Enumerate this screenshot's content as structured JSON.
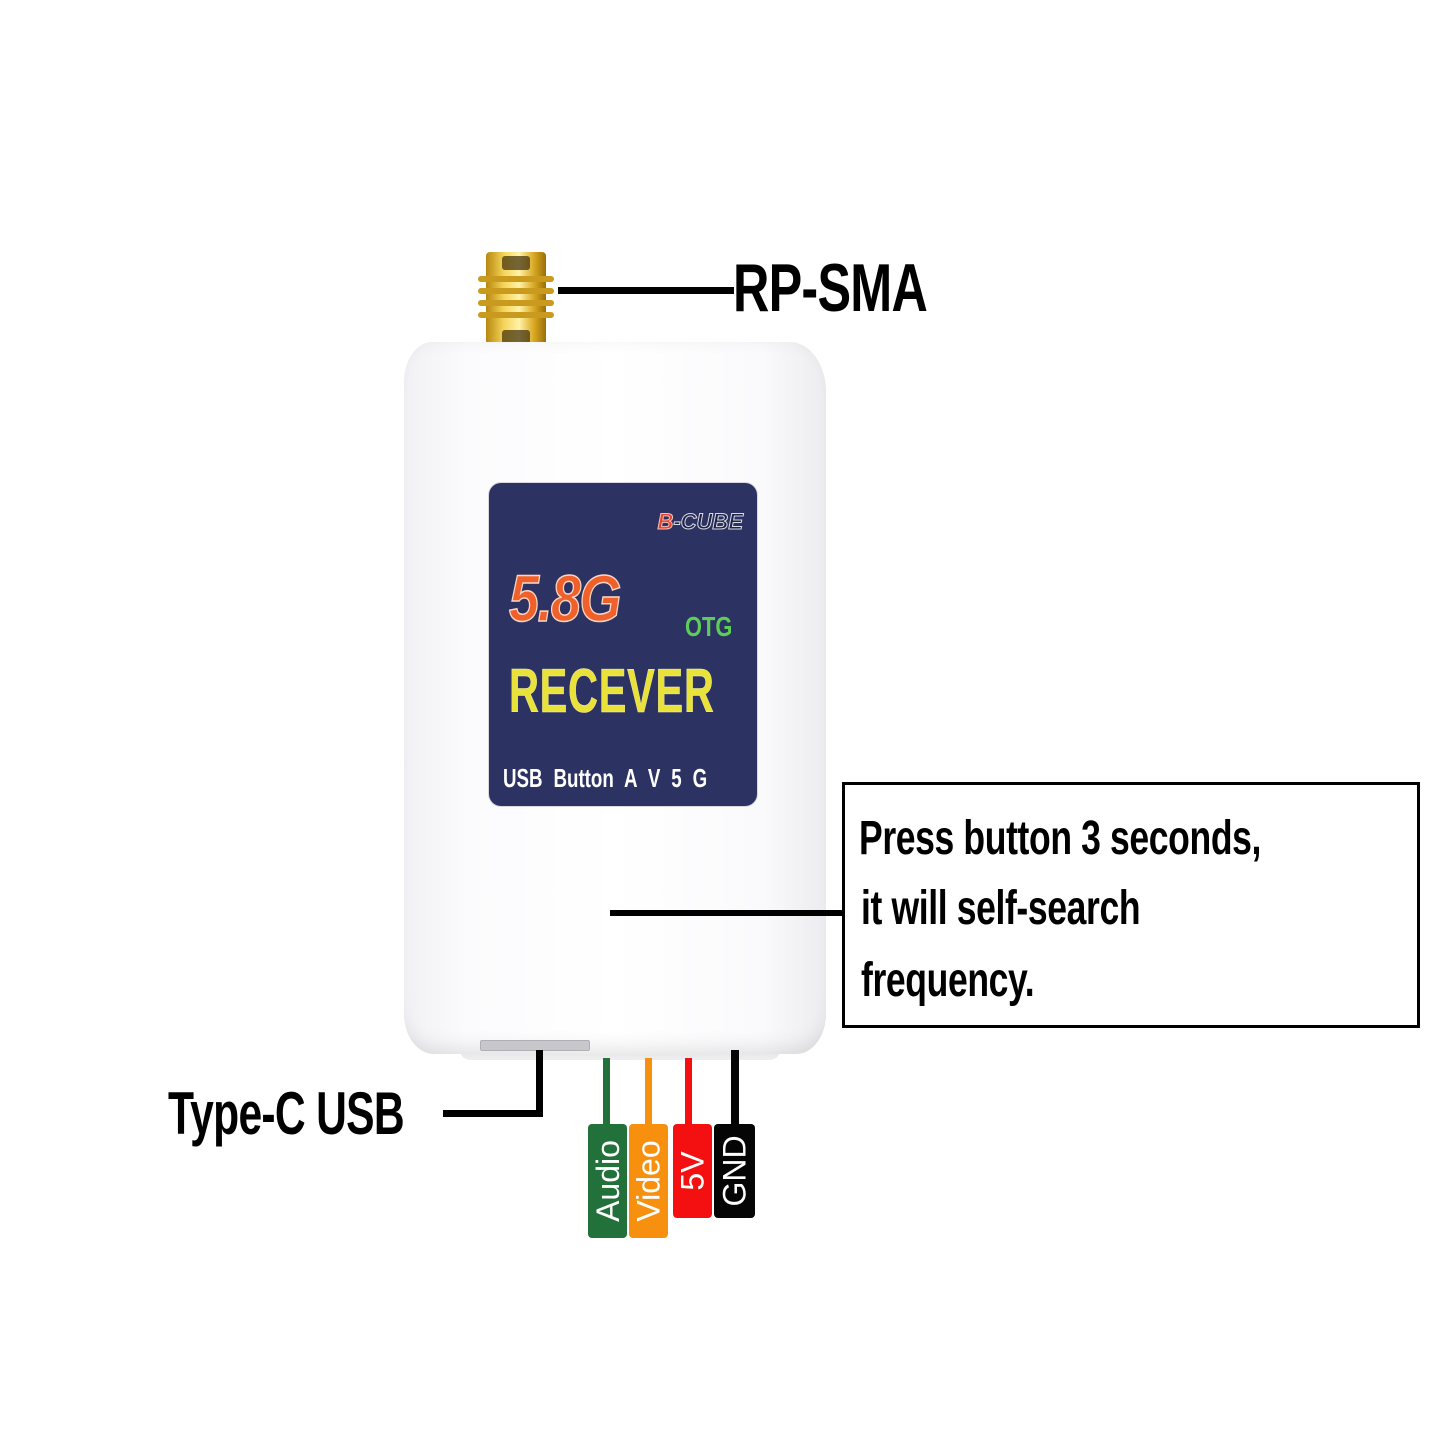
{
  "annotations": {
    "antenna": {
      "label": "RP-SMA"
    },
    "usb": {
      "label": "Type-C USB"
    },
    "button_note": {
      "lines": [
        "Press button 3 seconds,",
        "it will self-search",
        "frequency."
      ]
    }
  },
  "product_label": {
    "brand_first": "B",
    "brand_rest": "-CUBE",
    "band": "5.8G",
    "band_suffix": "OTG",
    "product": "RECEVER",
    "footer": "USB  Button  A V 5 G",
    "colors": {
      "background": "#2c3261",
      "band": "#f0602a",
      "otg": "#5ccd5a",
      "product": "#e9e23b",
      "brand_accent": "#e8402a"
    }
  },
  "pins": [
    {
      "label": "Audio",
      "color": "#22703a"
    },
    {
      "label": "Video",
      "color": "#f7900f"
    },
    {
      "label": "5V",
      "color": "#f41010"
    },
    {
      "label": "GND",
      "color": "#050505"
    }
  ]
}
